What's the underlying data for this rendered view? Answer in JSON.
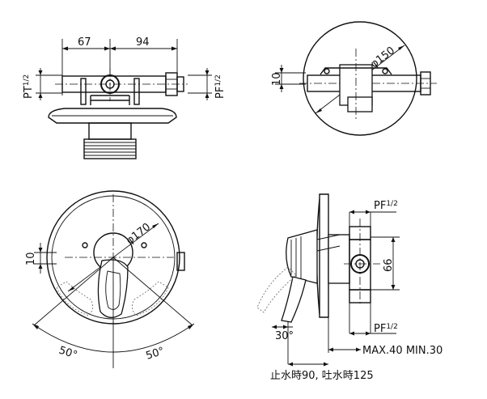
{
  "views": {
    "top_left": {
      "dim_left": "67",
      "dim_right": "94",
      "thread_left_main": "PT",
      "thread_left_frac": "1/2",
      "thread_right_main": "PF",
      "thread_right_frac": "1/2"
    },
    "top_right": {
      "diameter": "φ150",
      "offset": "10"
    },
    "bottom_left": {
      "diameter": "φ170",
      "offset": "10",
      "angle_left": "50°",
      "angle_right": "50°"
    },
    "bottom_right": {
      "thread_top_main": "PF",
      "thread_top_frac": "1/2",
      "thread_bottom_main": "PF",
      "thread_bottom_frac": "1/2",
      "height": "66",
      "angle": "30°",
      "projection": "MAX.40 MIN.30",
      "lever_note": "止水時90, 吐水時125"
    }
  }
}
